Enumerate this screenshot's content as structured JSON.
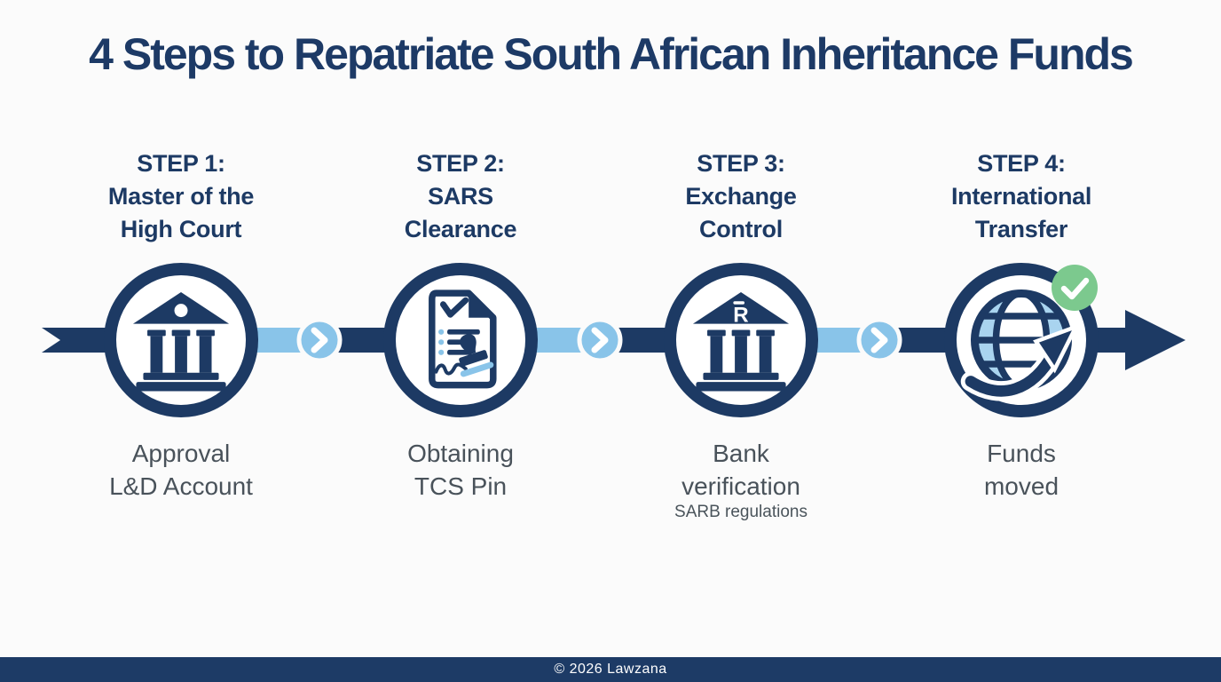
{
  "title": "4 Steps to Repatriate South African Inheritance Funds",
  "steps": [
    {
      "header": "STEP 1:\nMaster of the\nHigh Court",
      "caption": "Approval\nL&D Account",
      "icon": "courthouse-building-icon"
    },
    {
      "header": "STEP 2:\nSARS\nClearance",
      "caption": "Obtaining\nTCS Pin",
      "icon": "document-stamp-icon"
    },
    {
      "header": "STEP 3:\nExchange\nControl",
      "caption": "Bank\nverification",
      "subcaption": "SARB regulations",
      "icon": "bank-rand-icon"
    },
    {
      "header": "STEP 4:\nInternational\nTransfer",
      "caption": "Funds\nmoved",
      "icon": "globe-arrow-icon",
      "badge_icon": "check-icon"
    }
  ],
  "timeline": {
    "direction": "left-to-right",
    "connector_icon": "chevron-right-icon",
    "end_icon": "arrow-right-icon"
  },
  "footer": {
    "copyright": "© 2026 Lawzana"
  },
  "colors": {
    "navy": "#1d3a64",
    "light_blue": "#89c4e9",
    "globe_blue_fill": "#a9d4ef",
    "green": "#7cc98e",
    "gray_text": "#49525a",
    "background": "#fbfbfb",
    "footer_bg": "#1d3b66",
    "white": "#ffffff"
  }
}
